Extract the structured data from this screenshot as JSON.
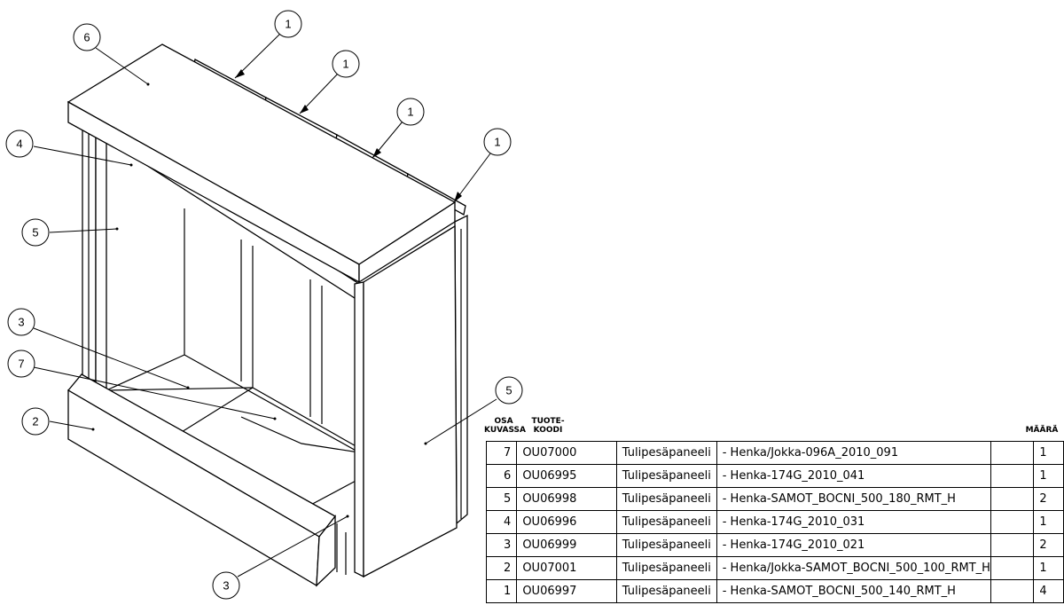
{
  "balloons": [
    {
      "label": "1"
    },
    {
      "label": "1"
    },
    {
      "label": "1"
    },
    {
      "label": "1"
    },
    {
      "label": "6"
    },
    {
      "label": "4"
    },
    {
      "label": "5"
    },
    {
      "label": "3"
    },
    {
      "label": "7"
    },
    {
      "label": "2"
    },
    {
      "label": "3"
    },
    {
      "label": "5"
    }
  ],
  "table": {
    "headers": {
      "osa_line1": "OSA",
      "osa_line2": "KUVASSA",
      "code_line1": "TUOTE-",
      "code_line2": "KOODI",
      "qty": "MÄÄRÄ"
    },
    "rows": [
      {
        "part": "7",
        "code": "OU07000",
        "name": "Tulipesäpaneeli",
        "desc": "- Henka/Jokka-096A_2010_091",
        "qty": "1"
      },
      {
        "part": "6",
        "code": "OU06995",
        "name": "Tulipesäpaneeli",
        "desc": "- Henka-174G_2010_041",
        "qty": "1"
      },
      {
        "part": "5",
        "code": "OU06998",
        "name": "Tulipesäpaneeli",
        "desc": "- Henka-SAMOT_BOCNI_500_180_RMT_H",
        "qty": "2"
      },
      {
        "part": "4",
        "code": "OU06996",
        "name": "Tulipesäpaneeli",
        "desc": "- Henka-174G_2010_031",
        "qty": "1"
      },
      {
        "part": "3",
        "code": "OU06999",
        "name": "Tulipesäpaneeli",
        "desc": "- Henka-174G_2010_021",
        "qty": "2"
      },
      {
        "part": "2",
        "code": "OU07001",
        "name": "Tulipesäpaneeli",
        "desc": "- Henka/Jokka-SAMOT_BOCNI_500_100_RMT_H",
        "qty": "1"
      },
      {
        "part": "1",
        "code": "OU06997",
        "name": "Tulipesäpaneeli",
        "desc": "- Henka-SAMOT_BOCNI_500_140_RMT_H",
        "qty": "4"
      }
    ]
  }
}
